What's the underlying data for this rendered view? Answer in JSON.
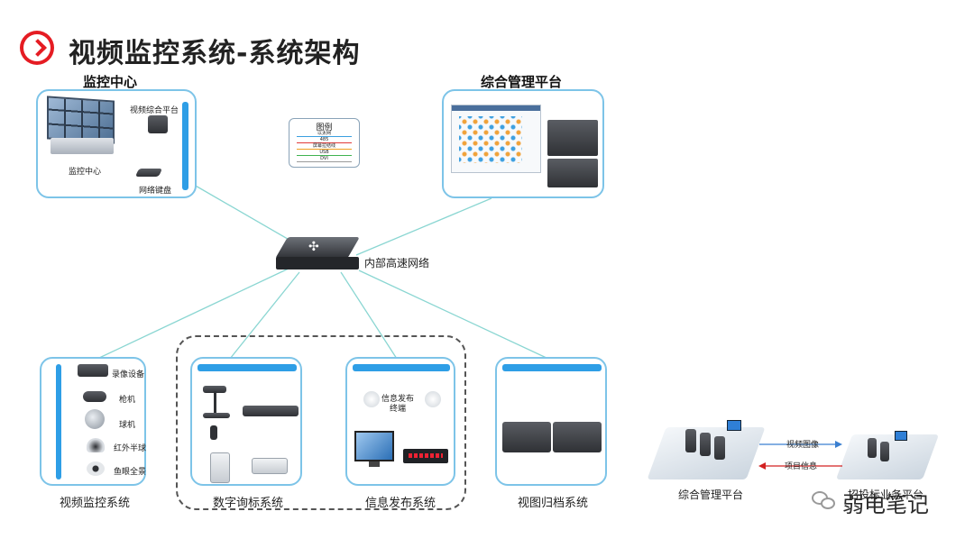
{
  "header": {
    "title": "视频监控系统-系统架构"
  },
  "monitoring_center": {
    "heading": "监控中心",
    "video_platform_label": "视频综合平台",
    "wall_label": "监控中心",
    "keyboard_label": "网络键盘"
  },
  "management_platform": {
    "heading": "综合管理平台"
  },
  "legend": {
    "title": "图例",
    "items": [
      {
        "label": "以太网",
        "color": "#3aa0e0"
      },
      {
        "label": "485",
        "color": "#e23b3b"
      },
      {
        "label": "屏幕拉结线",
        "color": "#f0a020"
      },
      {
        "label": "USB",
        "color": "#3fb34f"
      },
      {
        "label": "DVI",
        "color": "#9a9a9a"
      }
    ]
  },
  "network": {
    "label": "内部高速网络"
  },
  "video_surveillance": {
    "caption": "视频监控系统",
    "devices": [
      "录像设备",
      "枪机",
      "球机",
      "红外半球",
      "鱼眼全景"
    ]
  },
  "digital_inquiry": {
    "caption": "数字询标系统"
  },
  "info_publish": {
    "caption": "信息发布系统",
    "terminal_label": "信息发布\n终端"
  },
  "archive": {
    "caption": "视图归档系统"
  },
  "integration": {
    "left_label": "综合管理平台",
    "right_label": "招投标业务平台",
    "arrow_forward": "视频图像",
    "arrow_back": "项目信息",
    "forward_color": "#3a7fd0",
    "back_color": "#d22020"
  },
  "watermark": {
    "text": "弱电笔记"
  },
  "colors": {
    "accent": "#e51c23",
    "panel_border": "#7dc4e8",
    "bar": "#2e9ee6",
    "link": "#7fd0d0"
  }
}
